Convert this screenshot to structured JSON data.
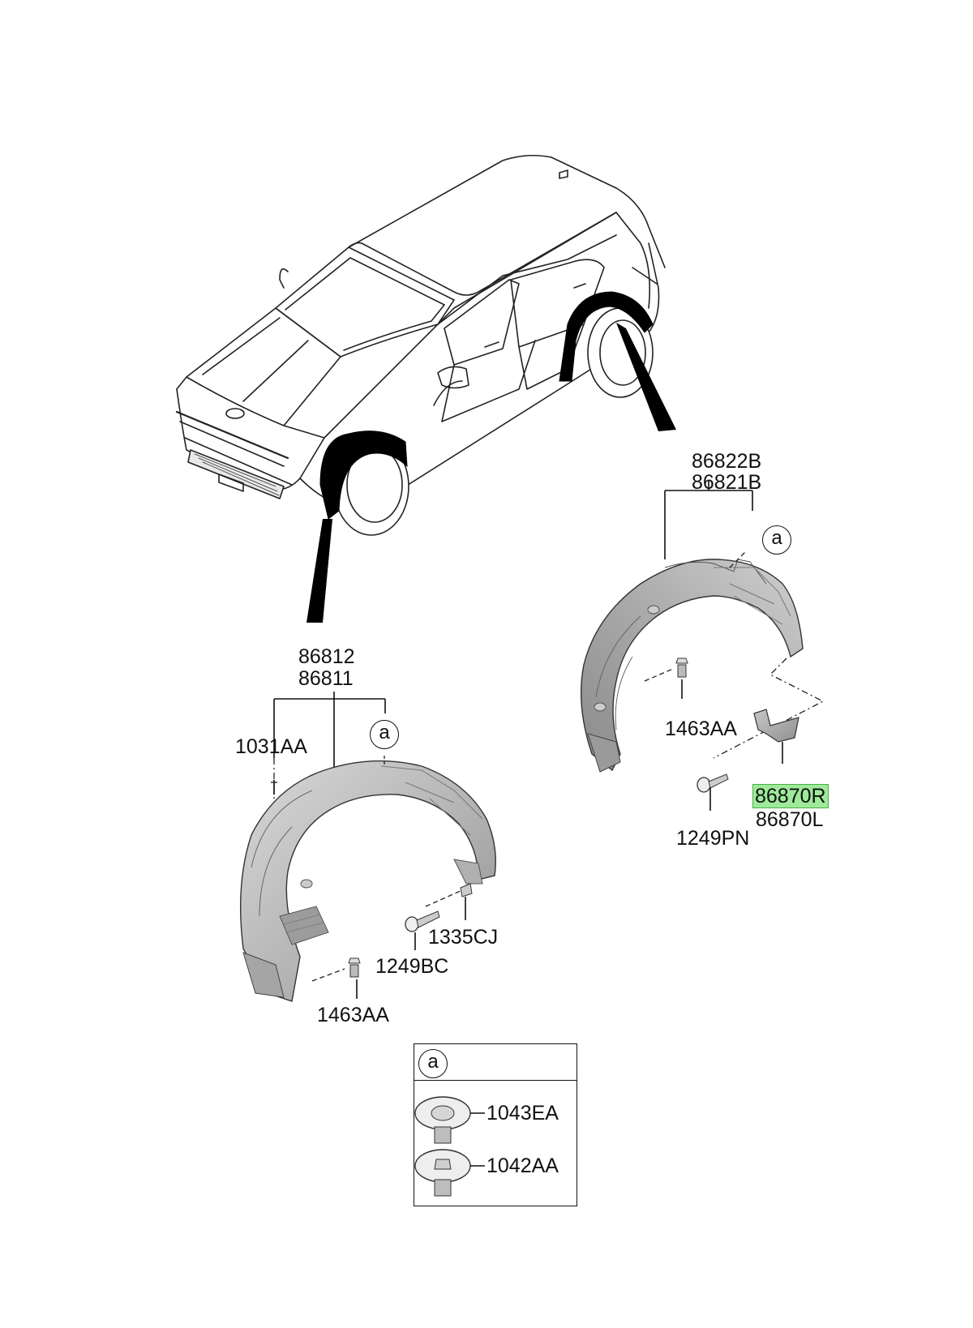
{
  "labels": {
    "rear_upper": "86822B",
    "rear_lower": "86821B",
    "rear_clip": "1463AA",
    "rear_flap_r": "86870R",
    "rear_flap_l": "86870L",
    "rear_screw": "1249PN",
    "front_upper": "86812",
    "front_lower": "86811",
    "front_pin": "1031AA",
    "front_nut": "1335CJ",
    "front_screw": "1249BC",
    "front_clip": "1463AA"
  },
  "callout_letter": "a",
  "legend": {
    "title": "a",
    "items": [
      {
        "label": "1043EA"
      },
      {
        "label": "1042AA"
      }
    ]
  },
  "highlight_color": "#9eea9a"
}
